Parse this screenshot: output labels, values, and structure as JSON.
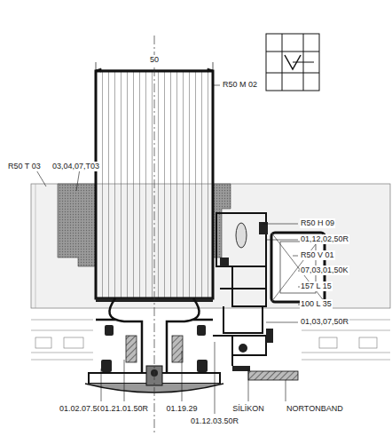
{
  "diagram": {
    "labels": [
      "50",
      "R50 M 02",
      "R50 T 03",
      "03,04,07,T03",
      "R50 H 09",
      "01,12,02,50R",
      "R50 V 01",
      "07,03,01,50K",
      "157 L 15",
      "100 L 35",
      "01,03,07,50R",
      "01.02.07.50R",
      "01.21.01.50R",
      "01.19.29",
      "SİLİKON",
      "NORTONBAND",
      "01.12.03.50R"
    ]
  }
}
